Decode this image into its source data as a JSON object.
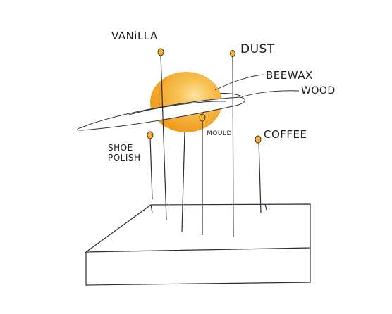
{
  "labels": {
    "vanilla": "VANiLLA",
    "dust": "DUST",
    "beewax": "BEEWAX",
    "wood": "WOOD",
    "coffee": "COFFEE",
    "mould": "MOULD",
    "shoe_polish_line1": "SHOE",
    "shoe_polish_line2": "POLISH"
  },
  "colors": {
    "planet": "#f5a623",
    "planet_highlight": "#fbd27a",
    "pin_head": "#f4b12c",
    "ink": "#2b2b3a"
  }
}
